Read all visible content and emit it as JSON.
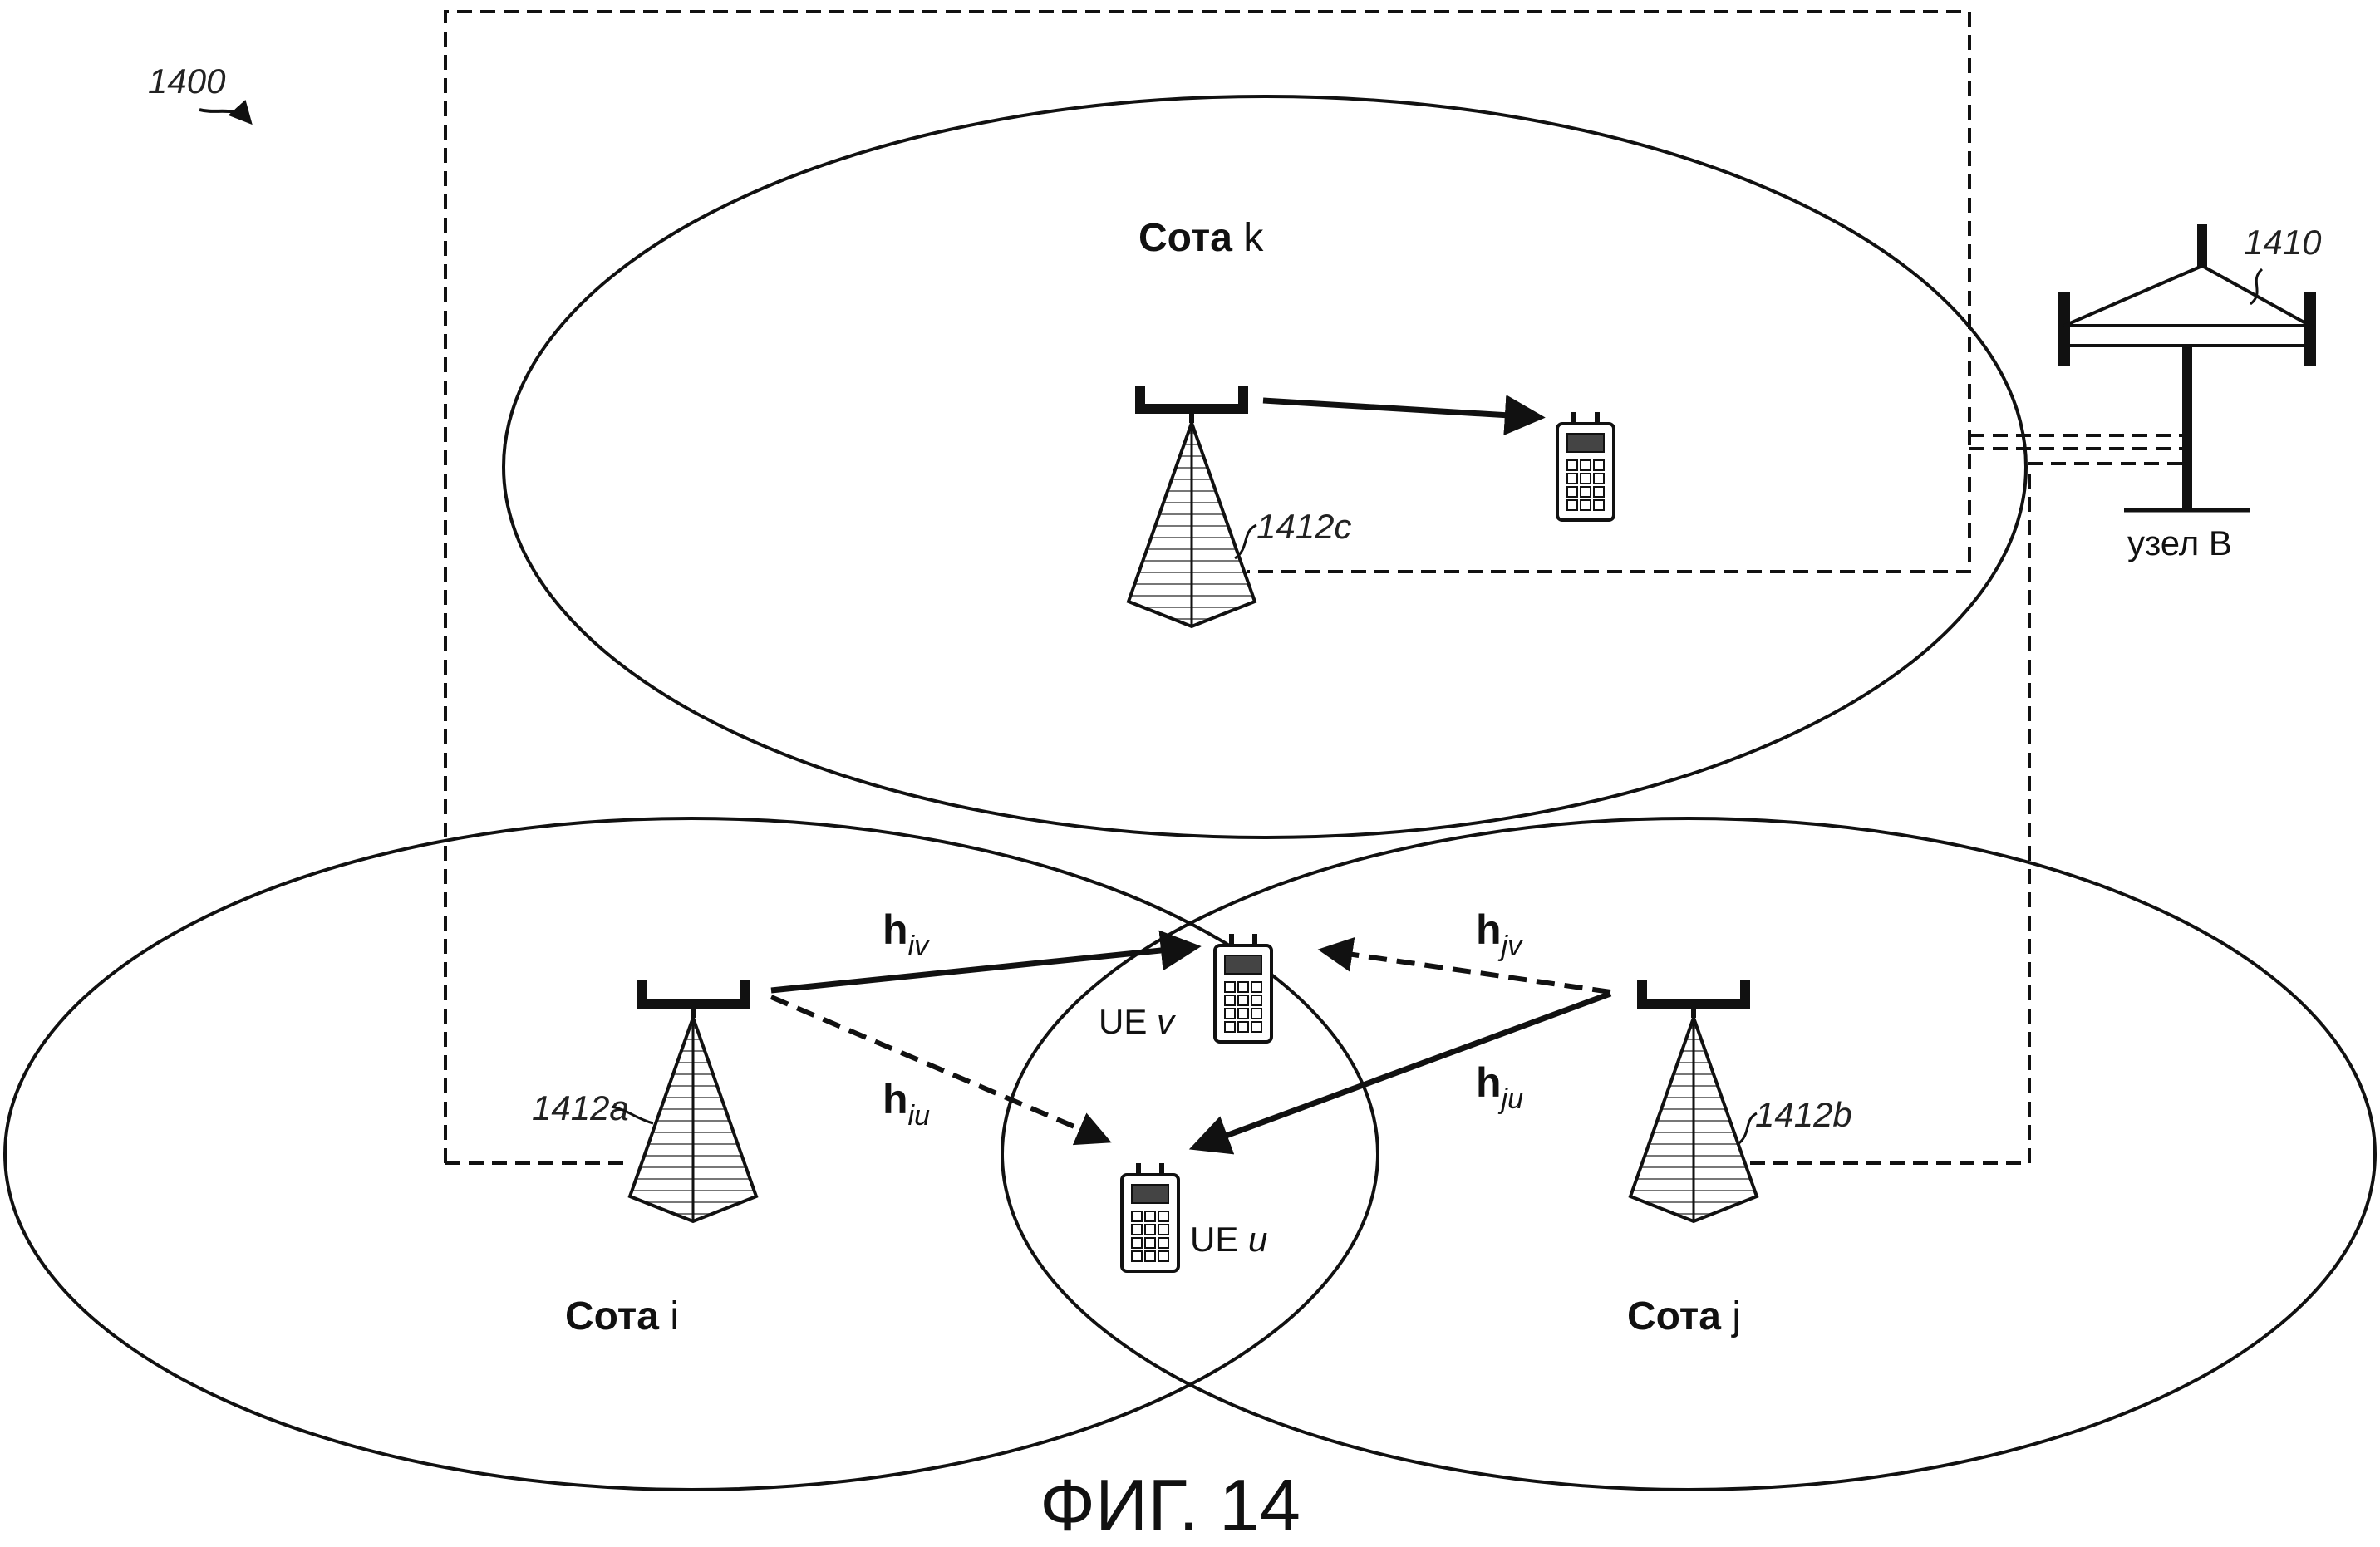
{
  "figure_ref": "1400",
  "figure_caption": "ФИГ. 14",
  "node_b": {
    "ref": "1410",
    "label": "узел В"
  },
  "cells": {
    "k": {
      "word": "Сота",
      "index": "k",
      "tower_ref": "1412c"
    },
    "i": {
      "word": "Сота",
      "index": "i",
      "tower_ref": "1412a"
    },
    "j": {
      "word": "Сота",
      "index": "j",
      "tower_ref": "1412b"
    }
  },
  "ues": {
    "v": {
      "prefix": "UE",
      "name": "v"
    },
    "u": {
      "prefix": "UE",
      "name": "u"
    }
  },
  "channels": {
    "iv": {
      "symbol": "h",
      "sub": "iv"
    },
    "iu": {
      "symbol": "h",
      "sub": "iu"
    },
    "jv": {
      "symbol": "h",
      "sub": "jv"
    },
    "ju": {
      "symbol": "h",
      "sub": "ju"
    }
  }
}
